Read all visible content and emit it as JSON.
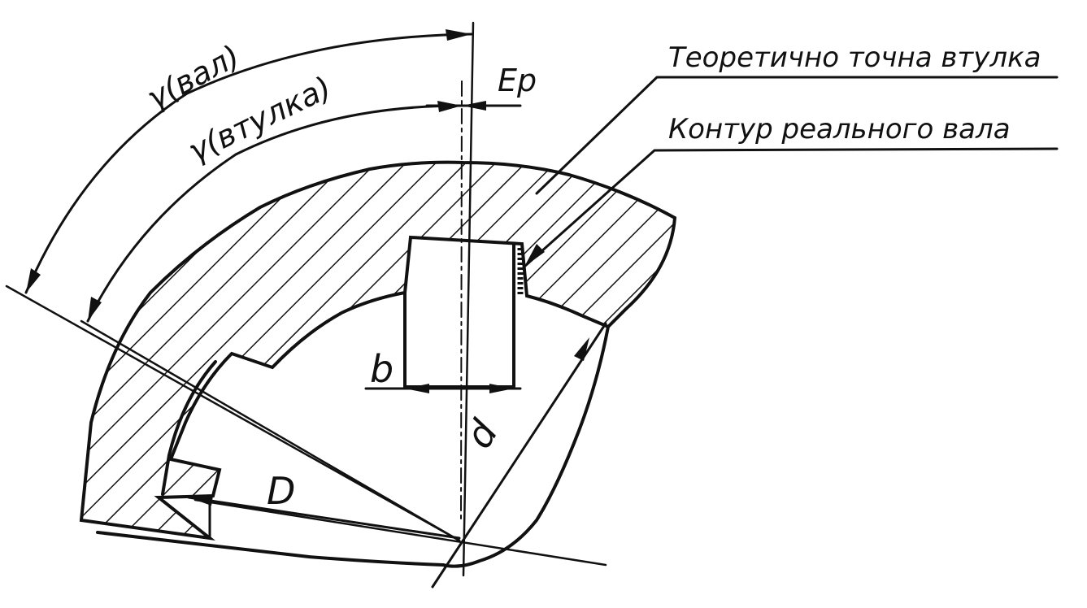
{
  "callouts": {
    "theoretical_bushing": "Теоретично точна втулка",
    "real_shaft_contour": "Контур реального вала"
  },
  "dimensions": {
    "gamma_shaft": "γ(вал)",
    "gamma_bushing": "γ(втулка)",
    "eccentricity": "Ep",
    "width": "b",
    "outer_diameter": "D",
    "inner_diameter": "d"
  },
  "colors": {
    "ink": "#111111",
    "paper": "#ffffff"
  }
}
